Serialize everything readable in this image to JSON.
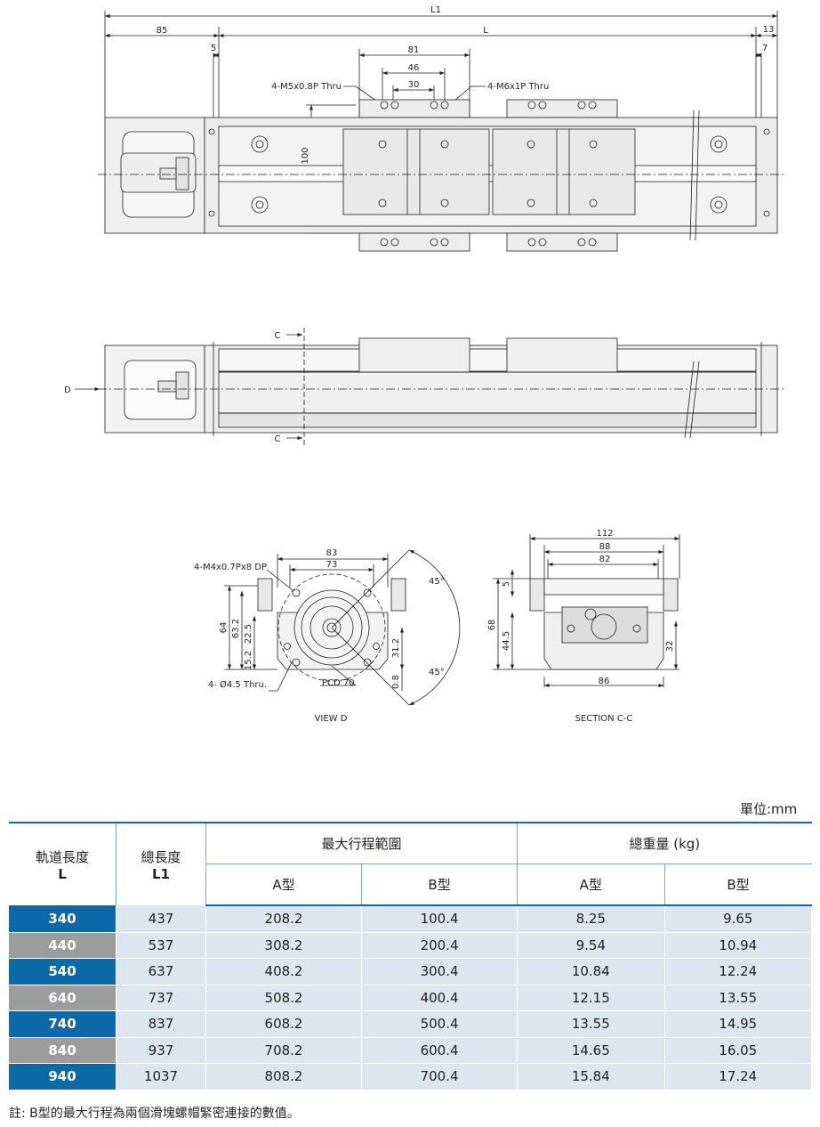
{
  "top_view": {
    "dim_L1": "L1",
    "dim_L": "L",
    "dim_85": "85",
    "dim_13": "13",
    "dim_5": "5",
    "dim_7": "7",
    "dim_81": "81",
    "dim_46": "46",
    "dim_30": "30",
    "dim_100": "100",
    "note_left": "4-M5x0.8P Thru",
    "note_right": "4-M6x1P Thru"
  },
  "side_view": {
    "label_C_top": "C",
    "label_C_bottom": "C",
    "label_D": "D"
  },
  "view_d": {
    "dim_83": "83",
    "dim_73": "73",
    "dim_64": "64",
    "dim_63_2": "63.2",
    "dim_22_5": "22.5",
    "dim_15_2": "15.2",
    "dim_31_2": "31.2",
    "dim_0_8": "0.8",
    "angle_top": "45°",
    "angle_bottom": "45°",
    "note_tap": "4-M4x0.7Px8 DP",
    "note_hole": "4- Ø4.5 Thru.",
    "note_pcd": "PCD 70",
    "caption": "VIEW D"
  },
  "section_cc": {
    "dim_112": "112",
    "dim_88": "88",
    "dim_82": "82",
    "dim_5": "5",
    "dim_68": "68",
    "dim_44_5": "44.5",
    "dim_32": "32",
    "dim_86": "86",
    "caption": "SECTION C-C"
  },
  "unit_label": "單位:mm",
  "table": {
    "h_rail": "軌道長度",
    "h_rail_sym": "L",
    "h_total": "總長度",
    "h_total_sym": "L1",
    "h_stroke": "最大行程範圍",
    "h_weight": "總重量 (kg)",
    "h_a1": "A型",
    "h_b1": "B型",
    "h_a2": "A型",
    "h_b2": "B型",
    "rows": [
      {
        "L": "340",
        "L1": "437",
        "stroke_a": "208.2",
        "stroke_b": "100.4",
        "w_a": "8.25",
        "w_b": "9.65"
      },
      {
        "L": "440",
        "L1": "537",
        "stroke_a": "308.2",
        "stroke_b": "200.4",
        "w_a": "9.54",
        "w_b": "10.94"
      },
      {
        "L": "540",
        "L1": "637",
        "stroke_a": "408.2",
        "stroke_b": "300.4",
        "w_a": "10.84",
        "w_b": "12.24"
      },
      {
        "L": "640",
        "L1": "737",
        "stroke_a": "508.2",
        "stroke_b": "400.4",
        "w_a": "12.15",
        "w_b": "13.55"
      },
      {
        "L": "740",
        "L1": "837",
        "stroke_a": "608.2",
        "stroke_b": "500.4",
        "w_a": "13.55",
        "w_b": "14.95"
      },
      {
        "L": "840",
        "L1": "937",
        "stroke_a": "708.2",
        "stroke_b": "600.4",
        "w_a": "14.65",
        "w_b": "16.05"
      },
      {
        "L": "940",
        "L1": "1037",
        "stroke_a": "808.2",
        "stroke_b": "700.4",
        "w_a": "15.84",
        "w_b": "17.24"
      }
    ]
  },
  "footnote": "註: B型的最大行程為兩個滑塊螺帽緊密連接的數值。",
  "colors": {
    "row_blue": "#0d6aa8",
    "row_gray": "#9c9c9c",
    "cell_bg": "#dde5ee"
  }
}
